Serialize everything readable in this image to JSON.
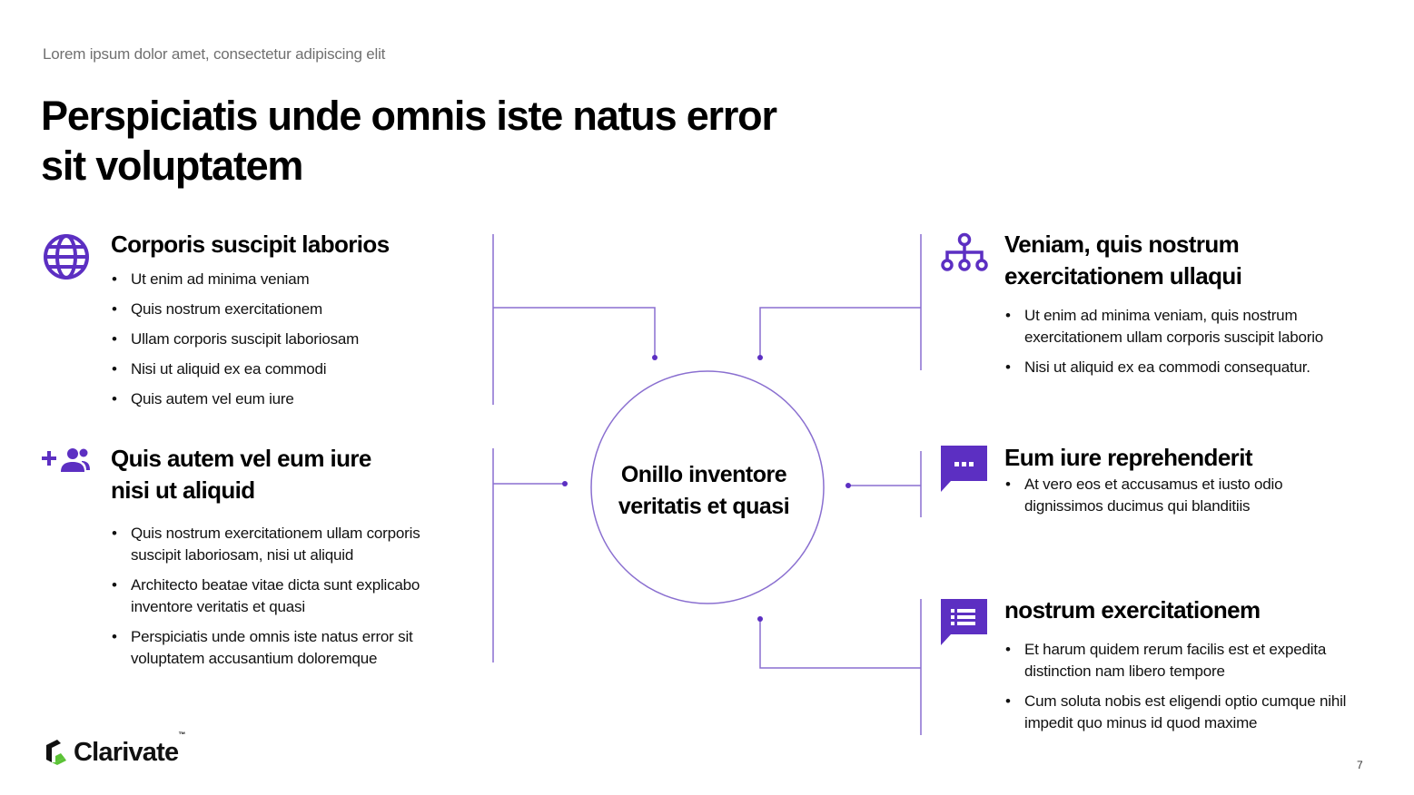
{
  "header": {
    "subtitle": "Lorem ipsum dolor amet, consectetur adipiscing elit",
    "title": "Perspiciatis unde omnis iste natus error sit voluptatem"
  },
  "center": {
    "label": "Onillo inventore veritatis et quasi"
  },
  "blocks": [
    {
      "icon": "globe-icon",
      "heading": "Corporis suscipit laborios",
      "items": [
        "Ut enim ad minima veniam",
        "Quis nostrum exercitationem",
        "Ullam corporis suscipit laboriosam",
        "Nisi ut aliquid ex ea commodi",
        "Quis autem vel eum iure"
      ]
    },
    {
      "icon": "add-user-icon",
      "heading": "Quis autem vel eum iure nisi ut aliquid",
      "items": [
        "Quis nostrum exercitationem ullam corporis suscipit laboriosam, nisi ut aliquid",
        "Architecto beatae vitae dicta sunt explicabo inventore veritatis et quasi",
        "Perspiciatis unde omnis iste natus error sit voluptatem accusantium doloremque"
      ]
    },
    {
      "icon": "hierarchy-icon",
      "heading": "Veniam, quis nostrum exercitationem ullaqui",
      "items": [
        "Ut enim ad minima veniam, quis nostrum exercitationem ullam corporis suscipit laborio",
        "Nisi ut aliquid ex ea commodi consequatur."
      ]
    },
    {
      "icon": "chat-ellipsis-icon",
      "heading": "Eum iure reprehenderit",
      "items": [
        "At vero eos et accusamus et iusto odio dignissimos ducimus qui blanditiis"
      ]
    },
    {
      "icon": "chat-list-icon",
      "heading": "nostrum exercitationem",
      "items": [
        "Et harum quidem rerum facilis est et expedita distinction nam libero tempore",
        "Cum soluta nobis est eligendi optio cumque nihil impedit quo minus id quod maxime"
      ]
    }
  ],
  "footer": {
    "logo_text": "Clarivate",
    "trademark": "™",
    "page_number": "7"
  },
  "colors": {
    "accent": "#5c2fc2",
    "line": "#8a6fd0",
    "logo_green": "#5bc236"
  }
}
